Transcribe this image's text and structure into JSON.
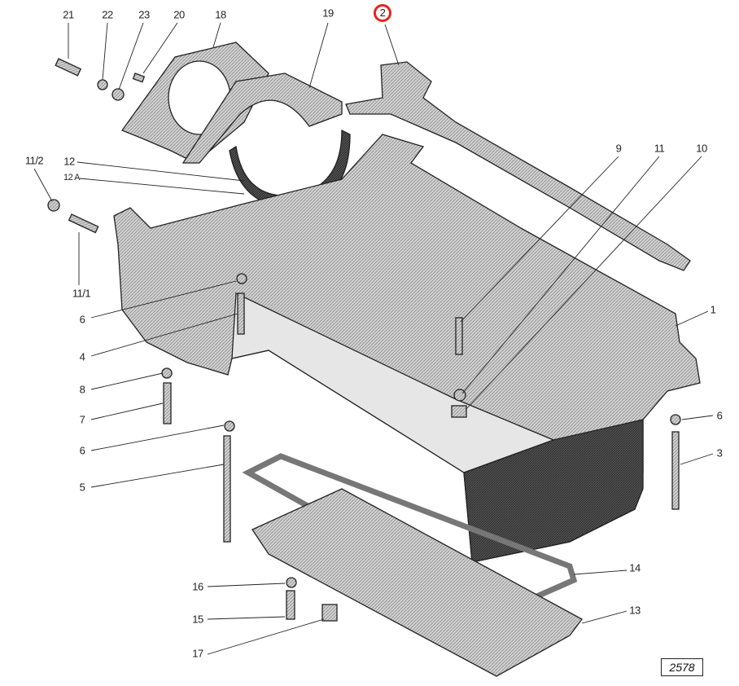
{
  "diagram": {
    "title": "Oil pan exploded view",
    "figure_number": "2578",
    "highlight_color": "#e8231e",
    "callouts": [
      {
        "text": "21"
      },
      {
        "text": "22"
      },
      {
        "text": "23"
      },
      {
        "text": "20"
      },
      {
        "text": "18"
      },
      {
        "text": "19"
      },
      {
        "text": "2"
      },
      {
        "text": "11/2"
      },
      {
        "text": "12"
      },
      {
        "text": "12 A"
      },
      {
        "text": "11/1"
      },
      {
        "text": "6"
      },
      {
        "text": "4"
      },
      {
        "text": "8"
      },
      {
        "text": "7"
      },
      {
        "text": "6"
      },
      {
        "text": "5"
      },
      {
        "text": "9"
      },
      {
        "text": "11"
      },
      {
        "text": "10"
      },
      {
        "text": "1"
      },
      {
        "text": "6"
      },
      {
        "text": "3"
      },
      {
        "text": "14"
      },
      {
        "text": "13"
      },
      {
        "text": "16"
      },
      {
        "text": "15"
      },
      {
        "text": "17"
      }
    ]
  }
}
